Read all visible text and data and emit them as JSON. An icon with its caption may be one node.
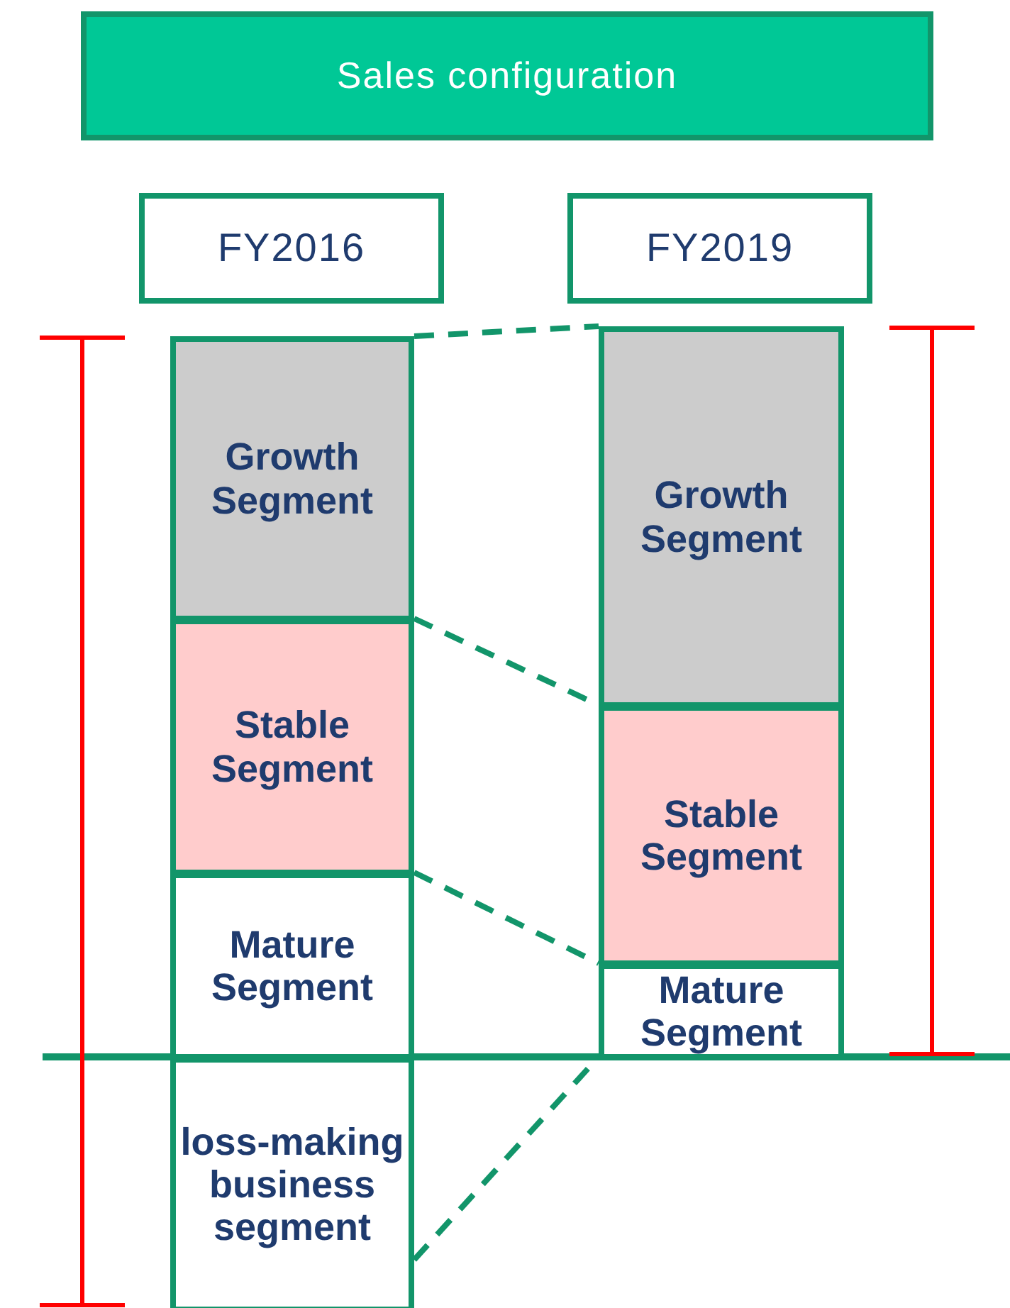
{
  "diagram": {
    "nodes": [
      {
        "text": [
          "Sales configuration"
        ]
      },
      {
        "text": [
          "FY2016"
        ]
      },
      {
        "text": [
          "FY2019"
        ]
      },
      {
        "text": [
          "Growth Segment"
        ]
      },
      {
        "text": [
          "Stable Segment"
        ]
      },
      {
        "text": [
          "Mature Segment"
        ]
      },
      {
        "text": [
          "loss-making business segment"
        ]
      },
      {
        "text": [
          "Growth Segment"
        ]
      },
      {
        "text": [
          "Stable Segment"
        ]
      },
      {
        "text": [
          "Mature Segment"
        ]
      }
    ],
    "edges": [
      {
        "from": 3,
        "to": 7,
        "arrow": "none",
        "style": "dashed"
      },
      {
        "from": 4,
        "to": 8,
        "arrow": "none",
        "style": "dashed"
      },
      {
        "from": 5,
        "to": 9,
        "arrow": "none",
        "style": "dashed"
      },
      {
        "from": 6,
        "to": 9,
        "arrow": "none",
        "style": "dashed"
      }
    ]
  }
}
